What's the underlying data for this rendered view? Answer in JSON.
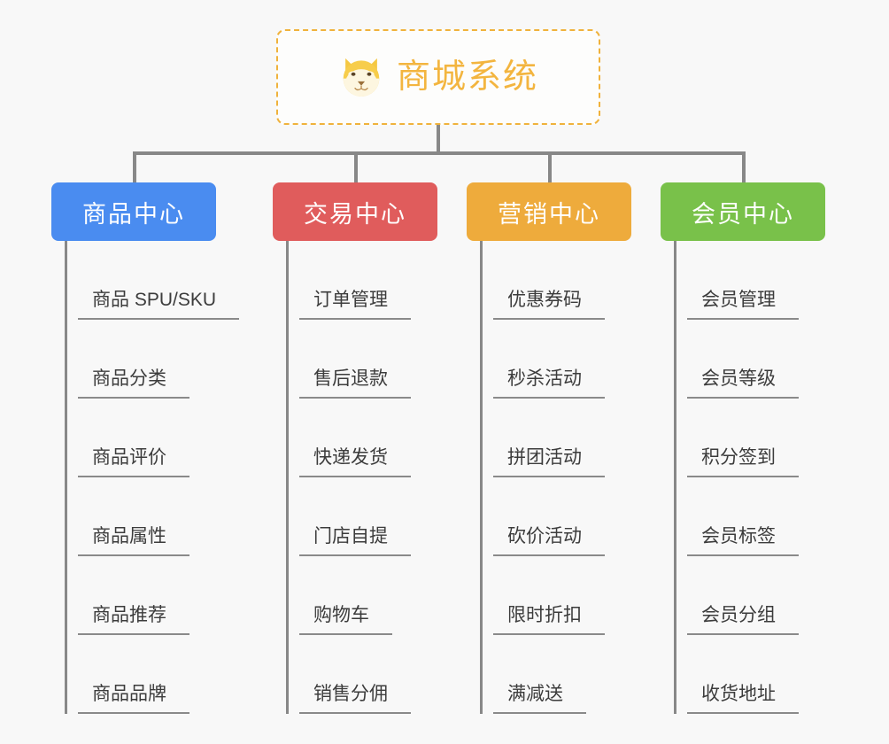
{
  "root": {
    "title": "商城系统",
    "icon": "shiba-dog-icon",
    "border_color": "#f0b23c",
    "text_color": "#f3b53f"
  },
  "connector_color": "#888888",
  "background_color": "#f8f8f8",
  "columns": [
    {
      "title": "商品中心",
      "color": "#4a8cf0",
      "items": [
        "商品 SPU/SKU",
        "商品分类",
        "商品评价",
        "商品属性",
        "商品推荐",
        "商品品牌"
      ]
    },
    {
      "title": "交易中心",
      "color": "#e05c5c",
      "items": [
        "订单管理",
        "售后退款",
        "快递发货",
        "门店自提",
        "购物车",
        "销售分佣"
      ]
    },
    {
      "title": "营销中心",
      "color": "#eeab3c",
      "items": [
        "优惠券码",
        "秒杀活动",
        "拼团活动",
        "砍价活动",
        "限时折扣",
        "满减送"
      ]
    },
    {
      "title": "会员中心",
      "color": "#79c14a",
      "items": [
        "会员管理",
        "会员等级",
        "积分签到",
        "会员标签",
        "会员分组",
        "收货地址"
      ]
    }
  ]
}
